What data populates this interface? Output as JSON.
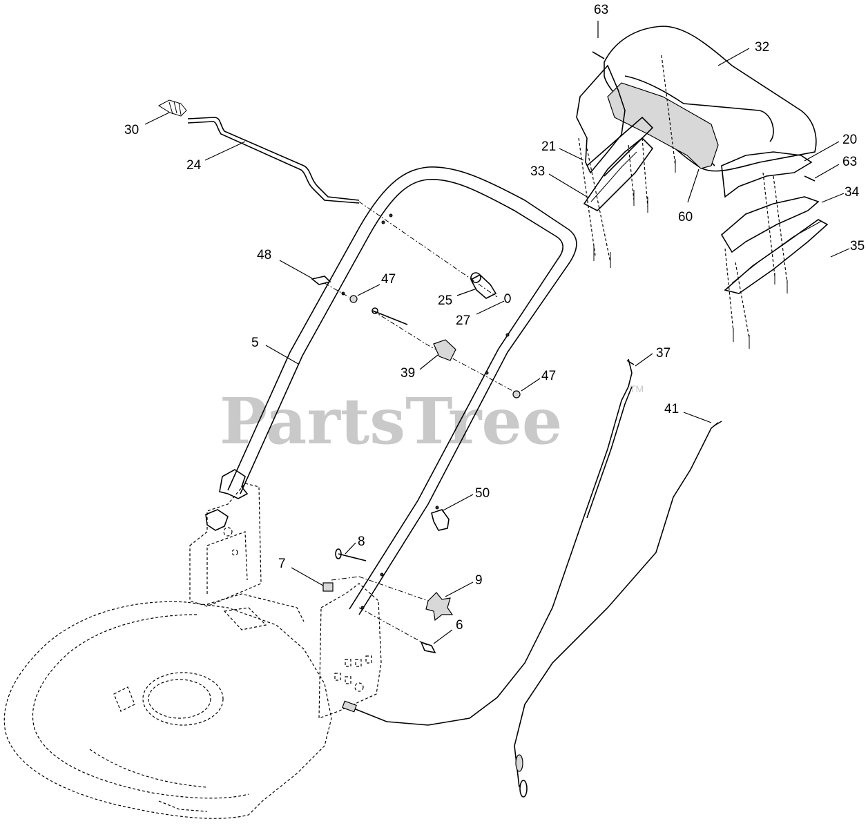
{
  "watermark": {
    "text": "PartsTree",
    "trademark": "TM"
  },
  "callouts": [
    {
      "id": "c63a",
      "label": "63"
    },
    {
      "id": "c32",
      "label": "32"
    },
    {
      "id": "c30",
      "label": "30"
    },
    {
      "id": "c24",
      "label": "24"
    },
    {
      "id": "c21",
      "label": "21"
    },
    {
      "id": "c33",
      "label": "33"
    },
    {
      "id": "c20",
      "label": "20"
    },
    {
      "id": "c63b",
      "label": "63"
    },
    {
      "id": "c34",
      "label": "34"
    },
    {
      "id": "c60",
      "label": "60"
    },
    {
      "id": "c35",
      "label": "35"
    },
    {
      "id": "c48",
      "label": "48"
    },
    {
      "id": "c47a",
      "label": "47"
    },
    {
      "id": "c25",
      "label": "25"
    },
    {
      "id": "c27",
      "label": "27"
    },
    {
      "id": "c5",
      "label": "5"
    },
    {
      "id": "c39",
      "label": "39"
    },
    {
      "id": "c47b",
      "label": "47"
    },
    {
      "id": "c37",
      "label": "37"
    },
    {
      "id": "c41",
      "label": "41"
    },
    {
      "id": "c50",
      "label": "50"
    },
    {
      "id": "c8",
      "label": "8"
    },
    {
      "id": "c7",
      "label": "7"
    },
    {
      "id": "c9",
      "label": "9"
    },
    {
      "id": "c6",
      "label": "6"
    }
  ]
}
